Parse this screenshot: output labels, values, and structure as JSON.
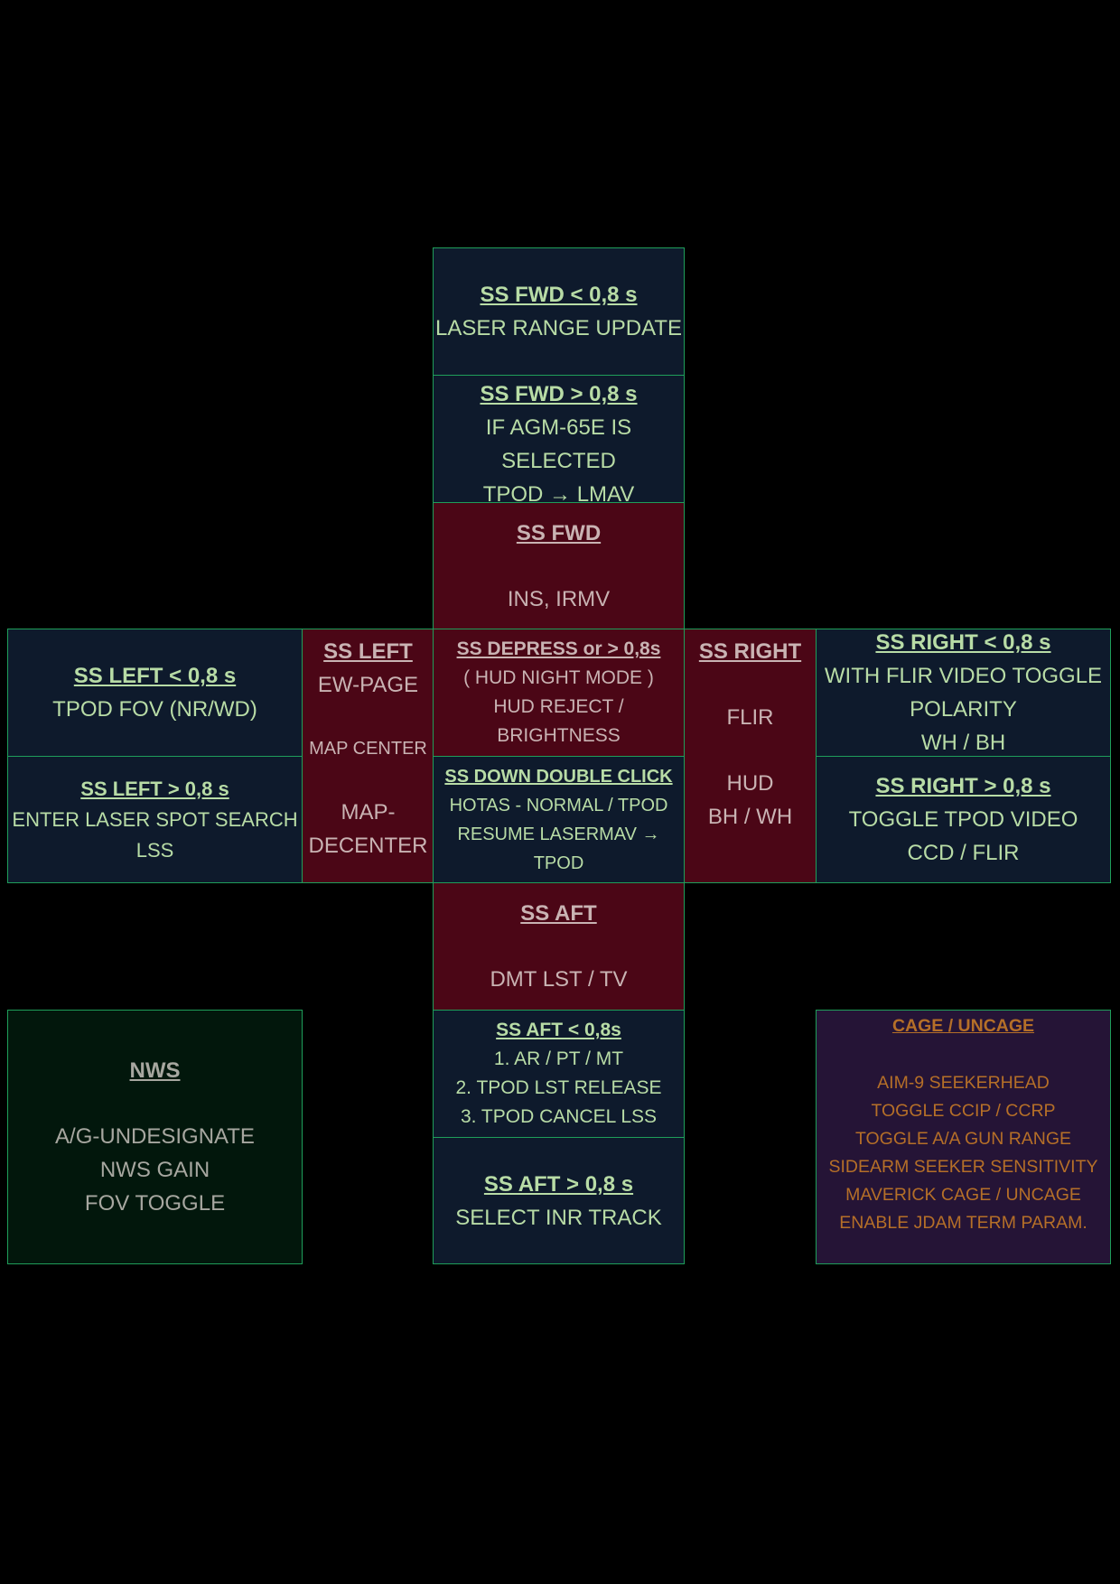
{
  "fwd_short": {
    "title": "SS FWD < 0,8 s",
    "lines": [
      "LASER RANGE UPDATE"
    ]
  },
  "fwd_long": {
    "title": "SS FWD > 0,8 s",
    "lines": [
      "IF AGM-65E IS",
      "SELECTED",
      "TPOD → LMAV"
    ]
  },
  "fwd": {
    "title": "SS FWD",
    "lines": [
      "INS, IRMV"
    ]
  },
  "left_short": {
    "title": "SS LEFT < 0,8 s",
    "lines": [
      "TPOD FOV (NR/WD)"
    ]
  },
  "left_long": {
    "title": "SS LEFT > 0,8 s",
    "lines": [
      "ENTER LASER SPOT SEARCH",
      "LSS"
    ]
  },
  "left": {
    "title": "SS LEFT",
    "lines": [
      "EW-PAGE",
      "MAP CENTER",
      "MAP-",
      "DECENTER"
    ]
  },
  "depress": {
    "title": "SS DEPRESS or > 0,8s",
    "lines": [
      "( HUD NIGHT MODE )",
      "HUD REJECT /",
      "BRIGHTNESS"
    ]
  },
  "down_double": {
    "title": "SS DOWN DOUBLE CLICK",
    "lines": [
      "HOTAS - NORMAL  /  TPOD",
      "RESUME LASERMAV →",
      "TPOD"
    ]
  },
  "right": {
    "title": "SS RIGHT",
    "lines": [
      "FLIR",
      "HUD",
      "BH / WH"
    ]
  },
  "right_short": {
    "title": "SS RIGHT < 0,8 s",
    "lines": [
      "WITH FLIR VIDEO TOGGLE",
      "POLARITY",
      "WH  /  BH"
    ]
  },
  "right_long": {
    "title": "SS RIGHT > 0,8 s",
    "lines": [
      "TOGGLE TPOD VIDEO",
      "CCD  /  FLIR"
    ]
  },
  "aft": {
    "title": "SS AFT",
    "lines": [
      "DMT LST / TV"
    ]
  },
  "aft_short": {
    "title": "SS AFT < 0,8s",
    "lines": [
      "1. AR / PT / MT",
      "2. TPOD LST RELEASE",
      "3. TPOD CANCEL LSS"
    ]
  },
  "aft_long": {
    "title": "SS AFT > 0,8 s",
    "lines": [
      "SELECT INR TRACK"
    ]
  },
  "nws": {
    "title": "NWS",
    "lines": [
      "A/G-UNDESIGNATE",
      "NWS GAIN",
      "FOV TOGGLE"
    ]
  },
  "cage": {
    "title": "CAGE / UNCAGE",
    "lines": [
      "AIM-9 SEEKERHEAD",
      "TOGGLE CCIP / CCRP",
      "TOGGLE A/A GUN RANGE",
      "SIDEARM SEEKER SENSITIVITY",
      "MAVERICK CAGE  /  UNCAGE",
      "ENABLE JDAM TERM PARAM."
    ]
  },
  "colors": {
    "navy": "#0e1a2c",
    "maroon": "#4b0616",
    "dark_green": "#02170c",
    "purple": "#251436",
    "border": "#1f9e5a",
    "navy_text": "#b8dca6",
    "cage_text": "#b56f28"
  }
}
